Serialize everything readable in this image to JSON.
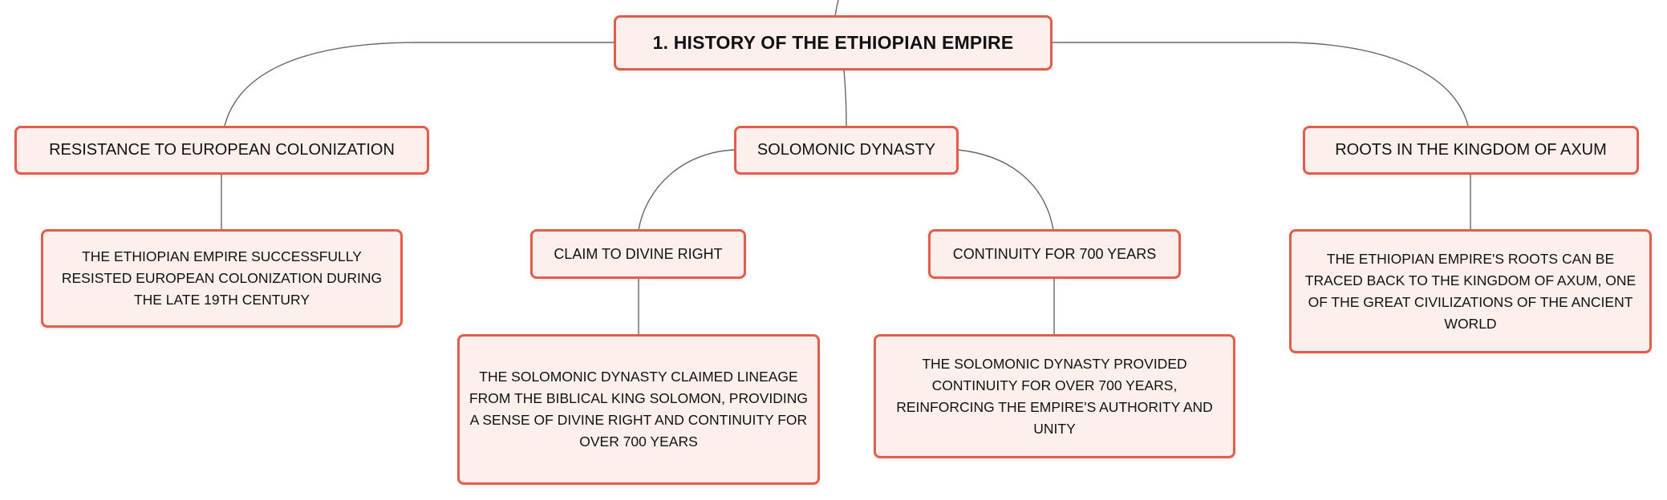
{
  "diagram": {
    "root": {
      "label": "1. HISTORY OF THE ETHIOPIAN EMPIRE"
    },
    "topics": {
      "resistance": {
        "label": "RESISTANCE TO EUROPEAN COLONIZATION",
        "detail": "THE ETHIOPIAN EMPIRE SUCCESSFULLY RESISTED EUROPEAN COLONIZATION DURING THE LATE 19TH CENTURY"
      },
      "solomonic": {
        "label": "SOLOMONIC DYNASTY",
        "subtopics": {
          "divine": {
            "label": "CLAIM TO DIVINE RIGHT",
            "detail": "THE SOLOMONIC DYNASTY CLAIMED LINEAGE FROM THE BIBLICAL KING SOLOMON, PROVIDING A SENSE OF DIVINE RIGHT AND CONTINUITY FOR OVER 700 YEARS"
          },
          "continuity": {
            "label": "CONTINUITY FOR 700 YEARS",
            "detail": "THE SOLOMONIC DYNASTY PROVIDED CONTINUITY FOR OVER 700 YEARS, REINFORCING THE EMPIRE'S AUTHORITY AND UNITY"
          }
        }
      },
      "axum": {
        "label": "ROOTS IN THE KINGDOM OF AXUM",
        "detail": "THE ETHIOPIAN EMPIRE'S ROOTS CAN BE TRACED BACK TO THE KINGDOM OF AXUM, ONE OF THE GREAT CIVILIZATIONS OF THE ANCIENT WORLD"
      }
    },
    "colors": {
      "node_fill": "#fdf0ec",
      "node_border": "#e25d4b",
      "connector": "#666666"
    }
  }
}
